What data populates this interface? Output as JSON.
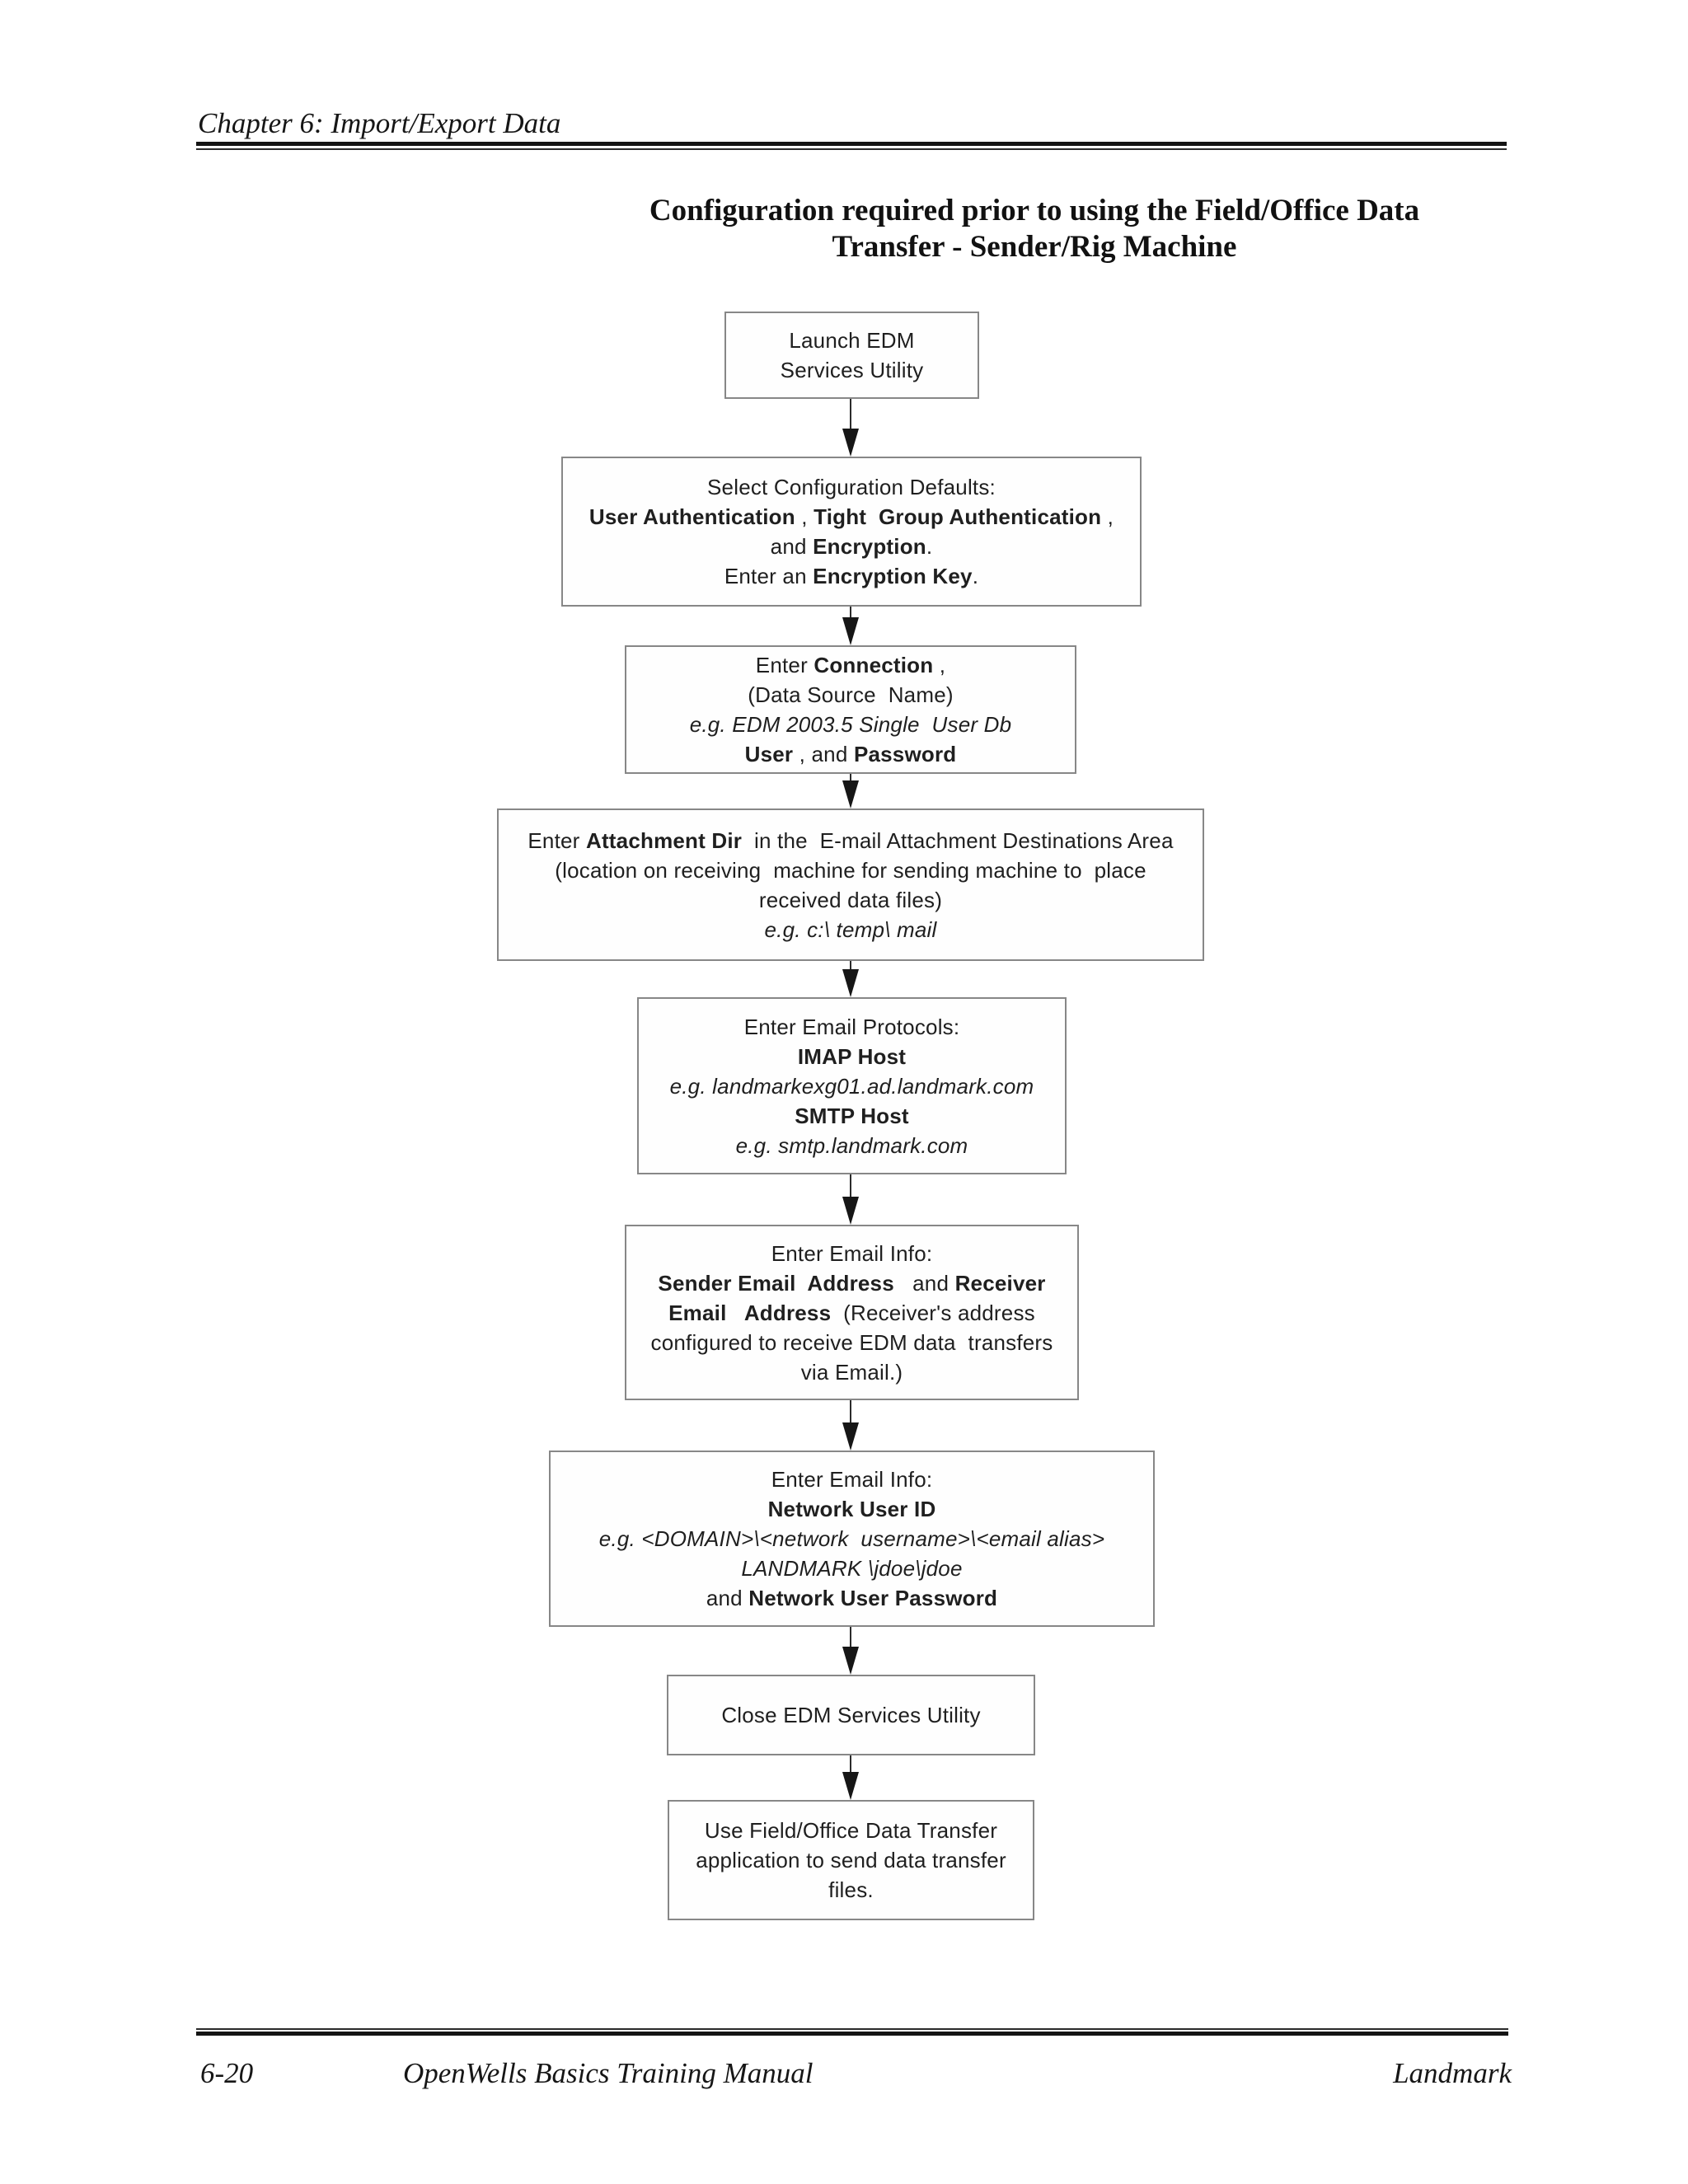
{
  "page": {
    "chapter_header": "Chapter 6: Import/Export Data",
    "title_line1": "Configuration required prior to using the Field/Office Data",
    "title_line2": "Transfer - Sender/Rig Machine",
    "footer": {
      "page_number": "6-20",
      "manual_title": "OpenWells Basics Training Manual",
      "brand": "Landmark"
    }
  },
  "colors": {
    "background": "#ffffff",
    "text": "#1f1f1f",
    "box_border": "#878787",
    "arrow": "#161616"
  },
  "flowchart": {
    "boxes": [
      {
        "id": "launch-edm-services-utility",
        "lines": [
          [
            {
              "t": "Launch EDM"
            }
          ],
          [
            {
              "t": "Services Utility"
            }
          ]
        ]
      },
      {
        "id": "select-configuration-defaults",
        "lines": [
          [
            {
              "t": "Select Configuration Defaults:"
            }
          ],
          [
            {
              "t": "User Authentication",
              "b": 1
            },
            {
              "t": " , "
            },
            {
              "t": "Tight  Group Authentication",
              "b": 1
            },
            {
              "t": " ,"
            }
          ],
          [
            {
              "t": "and "
            },
            {
              "t": "Encryption",
              "b": 1
            },
            {
              "t": "."
            }
          ],
          [
            {
              "t": "Enter an "
            },
            {
              "t": "Encryption Key",
              "b": 1
            },
            {
              "t": "."
            }
          ]
        ]
      },
      {
        "id": "enter-connection",
        "lines": [
          [
            {
              "t": "Enter "
            },
            {
              "t": "Connection",
              "b": 1
            },
            {
              "t": " ,"
            }
          ],
          [
            {
              "t": "(Data Source  Name)"
            }
          ],
          [
            {
              "t": "e.g. EDM 2003.5 Single  User Db",
              "i": 1
            }
          ],
          [
            {
              "t": "User",
              "b": 1
            },
            {
              "t": " , and "
            },
            {
              "t": "Password",
              "b": 1
            }
          ]
        ]
      },
      {
        "id": "enter-attachment-dir",
        "lines": [
          [
            {
              "t": "Enter "
            },
            {
              "t": "Attachment Dir",
              "b": 1
            },
            {
              "t": "  in the  E-mail Attachment Destinations Area"
            }
          ],
          [
            {
              "t": "(location on receiving  machine for sending machine to  place"
            }
          ],
          [
            {
              "t": "received data files)"
            }
          ],
          [
            {
              "t": "e.g. c:\\ temp\\ mail",
              "i": 1
            }
          ]
        ]
      },
      {
        "id": "enter-email-protocols",
        "lines": [
          [
            {
              "t": "Enter Email Protocols:"
            }
          ],
          [
            {
              "t": "IMAP Host",
              "b": 1
            }
          ],
          [
            {
              "t": "e.g. landmarkexg01.ad.landmark.com",
              "i": 1
            }
          ],
          [
            {
              "t": "SMTP Host",
              "b": 1
            }
          ],
          [
            {
              "t": "e.g. smtp.landmark.com",
              "i": 1
            }
          ]
        ]
      },
      {
        "id": "enter-email-info-addresses",
        "lines": [
          [
            {
              "t": "Enter Email Info:"
            }
          ],
          [
            {
              "t": "Sender Email  Address",
              "b": 1
            },
            {
              "t": "   and "
            },
            {
              "t": "Receiver",
              "b": 1
            }
          ],
          [
            {
              "t": "Email   Address",
              "b": 1
            },
            {
              "t": "  (Receiver's address"
            }
          ],
          [
            {
              "t": "configured to receive EDM data  transfers"
            }
          ],
          [
            {
              "t": "via Email.)"
            }
          ]
        ]
      },
      {
        "id": "enter-email-info-network-user",
        "lines": [
          [
            {
              "t": "Enter Email Info:"
            }
          ],
          [
            {
              "t": "Network User ID",
              "b": 1
            }
          ],
          [
            {
              "t": "e.g. <DOMAIN>\\<network  username>\\<email alias>",
              "i": 1
            }
          ],
          [
            {
              "t": "LANDMARK \\jdoe\\jdoe",
              "i": 1
            }
          ],
          [
            {
              "t": "and "
            },
            {
              "t": "Network User Password",
              "b": 1
            }
          ]
        ]
      },
      {
        "id": "close-edm-services-utility",
        "lines": [
          [
            {
              "t": "Close EDM Services Utility"
            }
          ]
        ]
      },
      {
        "id": "use-field-office-data-transfer",
        "lines": [
          [
            {
              "t": "Use Field/Office Data Transfer"
            }
          ],
          [
            {
              "t": "application to send data transfer"
            }
          ],
          [
            {
              "t": "files."
            }
          ]
        ]
      }
    ]
  }
}
